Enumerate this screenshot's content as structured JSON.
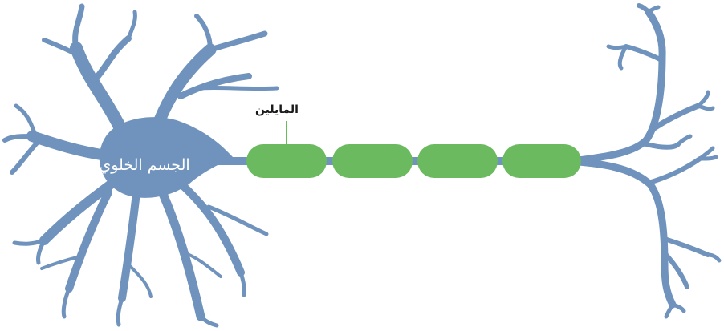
{
  "labels": {
    "soma": "الجسم الخلوي",
    "myelin": "المايلين"
  },
  "colors": {
    "neuron": "#6f93bd",
    "myelin": "#6cba5f",
    "soma_label": "#ffffff",
    "myelin_label": "#1a1a1a",
    "background": "#ffffff"
  },
  "myelin_segment_count": 4
}
